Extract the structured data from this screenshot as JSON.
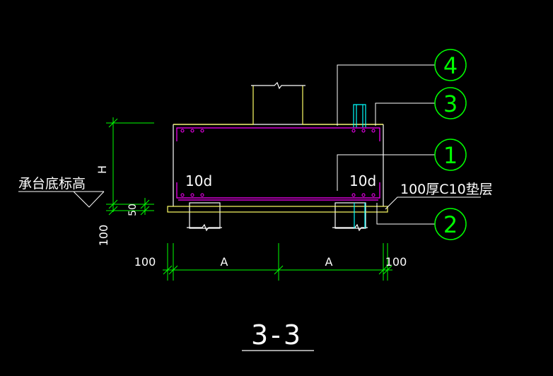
{
  "drawing": {
    "title": "3-3",
    "cushion_note": "100厚C10垫层",
    "base_elev_label": "承台底标高",
    "callouts": [
      "4",
      "3",
      "1",
      "2"
    ],
    "anchor_left": "10d",
    "anchor_right": "10d",
    "dims": {
      "height": "H",
      "bottom_cover": "50",
      "bottom_offset": "100",
      "left_ext": "100",
      "bay_left": "A",
      "bay_right": "A",
      "right_ext": "100"
    },
    "colors": {
      "background": "#000000",
      "outline": "#ffffff",
      "concrete": "#ffff66",
      "rebar": "#ff00ff",
      "dimension": "#00ff00",
      "callout": "#00ff00",
      "stirrup": "#00ffff"
    }
  }
}
